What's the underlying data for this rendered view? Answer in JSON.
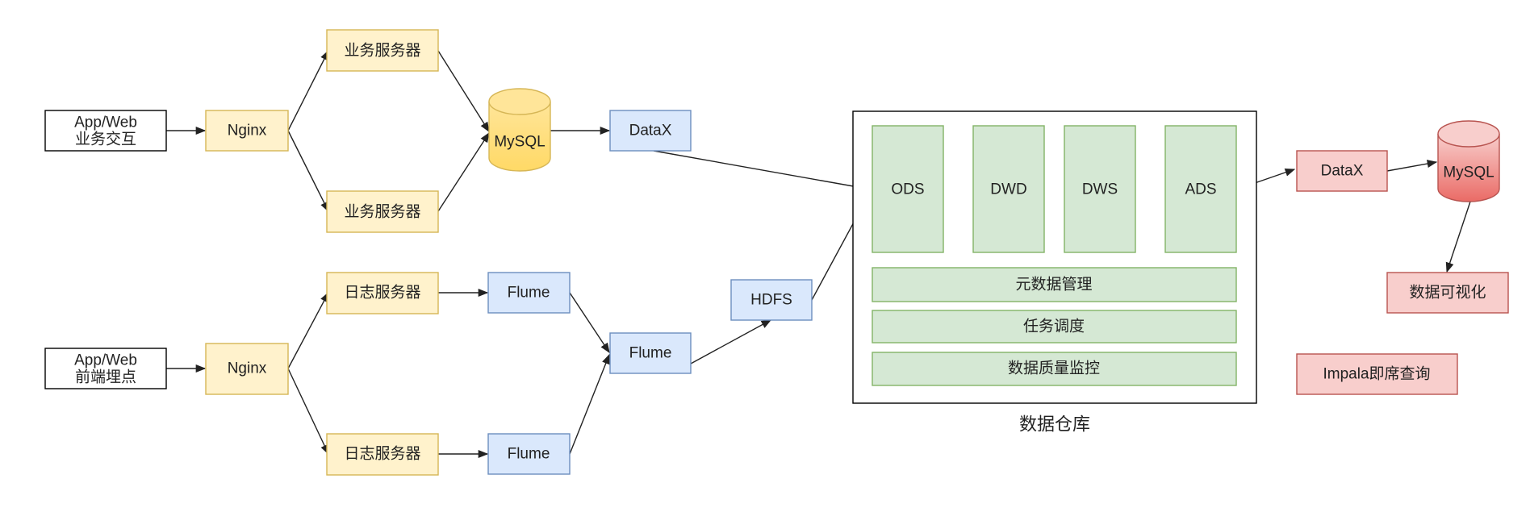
{
  "colors": {
    "white_fill": "#ffffff",
    "white_stroke": "#000000",
    "yellow_fill": "#fff2cc",
    "yellow_stroke": "#d6b656",
    "blue_fill": "#dae8fc",
    "blue_stroke": "#6c8ebf",
    "green_fill": "#d5e8d4",
    "green_stroke": "#82b366",
    "red_fill": "#f8cecc",
    "red_stroke": "#b85450",
    "mysql_yellow_top": "#ffe599",
    "mysql_yellow_bottom": "#ffd966",
    "mysql_red_top": "#f8cecc",
    "mysql_red_bottom": "#ea6b66"
  },
  "nodes": {
    "app_web_business": "App/Web\n业务交互",
    "nginx_business": "Nginx",
    "biz_server_top": "业务服务器",
    "biz_server_bottom": "业务服务器",
    "mysql_source": "MySQL",
    "datax_in": "DataX",
    "app_web_tracking": "App/Web\n前端埋点",
    "nginx_tracking": "Nginx",
    "log_server_top": "日志服务器",
    "log_server_bottom": "日志服务器",
    "flume_top": "Flume",
    "flume_bottom": "Flume",
    "flume_aggregate": "Flume",
    "hdfs": "HDFS",
    "ods": "ODS",
    "dwd": "DWD",
    "dws": "DWS",
    "ads": "ADS",
    "metadata_mgmt": "元数据管理",
    "task_scheduling": "任务调度",
    "data_quality": "数据质量监控",
    "warehouse_caption": "数据仓库",
    "datax_out": "DataX",
    "mysql_result": "MySQL",
    "data_viz": "数据可视化",
    "impala_query": "Impala即席查询"
  }
}
